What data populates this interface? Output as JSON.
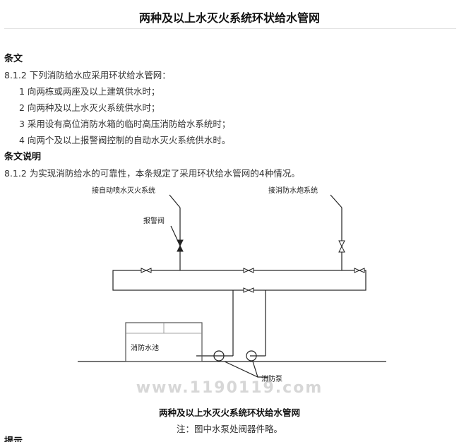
{
  "page": {
    "title": "两种及以上水灭火系统环状给水管网"
  },
  "provision": {
    "heading": "条文",
    "intro": "8.1.2 下列消防给水应采用环状给水管网：",
    "items": [
      "1 向两栋或两座及以上建筑供水时；",
      "2 向两种及以上水灭火系统供水时；",
      "3 采用设有高位消防水箱的临时高压消防给水系统时；",
      "4 向两个及以上报警阀控制的自动水灭火系统供水时。"
    ]
  },
  "explanation": {
    "heading": "条文说明",
    "text": "8.1.2 为实现消防给水的可靠性，本条规定了采用环状给水管网的4种情况。"
  },
  "diagram": {
    "labels": {
      "sprinkler": "接自动喷水灭火系统",
      "cannon": "接消防水炮系统",
      "alarm_valve": "报警阀",
      "pool": "消防水池",
      "pump": "消防泵"
    }
  },
  "watermark": "www.1190119.com",
  "figure": {
    "caption": "两种及以上水灭火系统环状给水管网",
    "note": "注：图中水泵处阀器件略。"
  },
  "next_heading": "提示"
}
